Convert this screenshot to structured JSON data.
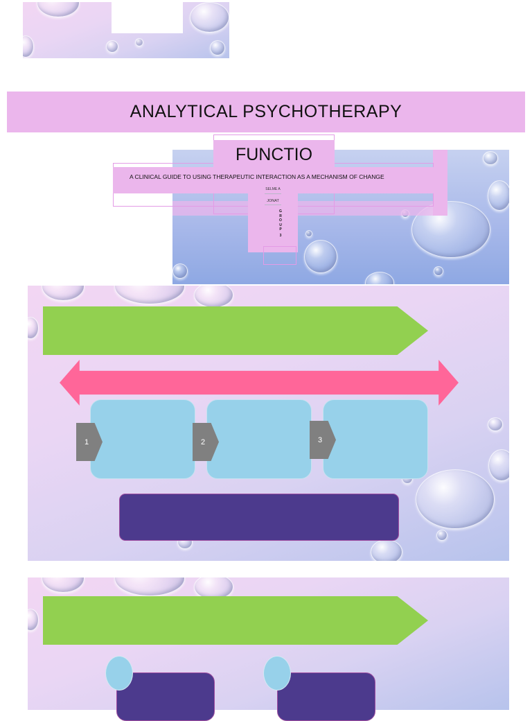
{
  "slide1": {
    "title": "ANALYTICAL PSYCHOTHERAPY",
    "heading": "FUNCTIO",
    "subtitle": "A CLINICAL GUIDE TO USING THERAPEUTIC INTERACTION AS A MECHANISM OF CHANGE",
    "name1": "SELME A",
    "name2": "JONAT",
    "group_letters": [
      "G",
      "R",
      "O",
      "U",
      "P"
    ],
    "group_number": "3"
  },
  "slide2": {
    "steps": [
      "1",
      "2",
      "3"
    ]
  },
  "colors": {
    "pink": "#ebb6ec",
    "green": "#92d050",
    "arrow_pink": "#ff6699",
    "light_blue": "#97d1ea",
    "purple": "#4c3a8d",
    "grey": "#808080"
  }
}
